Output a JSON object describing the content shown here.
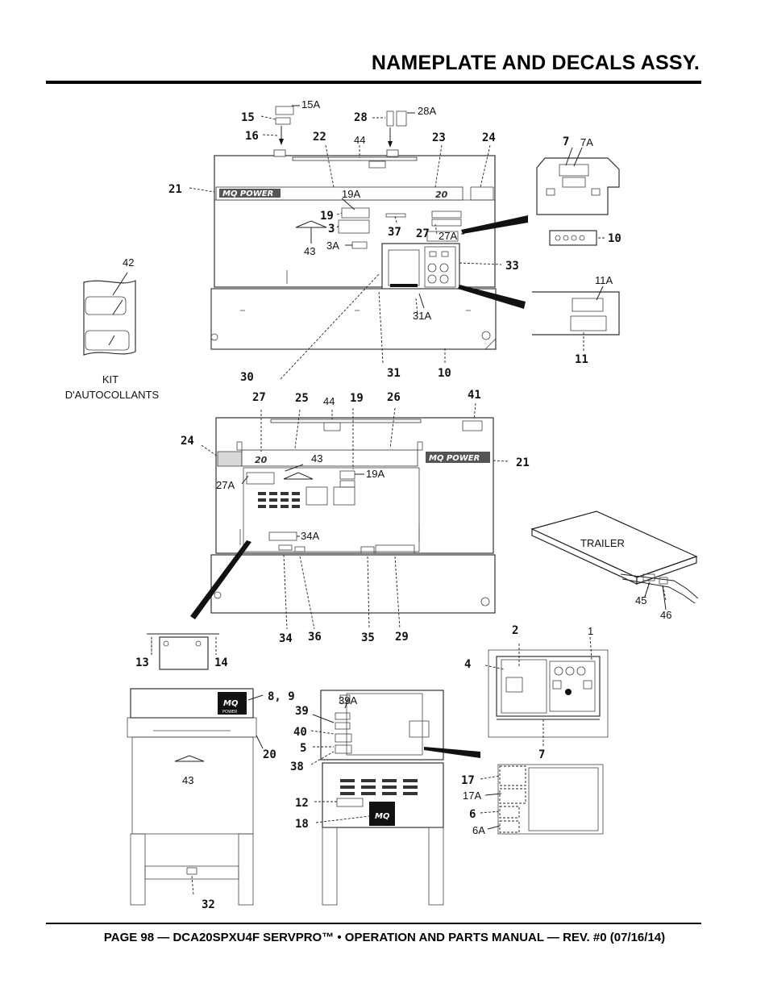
{
  "header": {
    "title": "NAMEPLATE AND DECALS ASSY."
  },
  "footer": {
    "text": "PAGE 98 — DCA20SPXU4F SERVPRO™ • OPERATION AND PARTS MANUAL — REV. #0 (07/16/14)"
  },
  "brand": {
    "logo_text": "MQ POWER",
    "model_badge": "20",
    "mq_logo": "MQ",
    "mq_sub": "POWER"
  },
  "notes": {
    "kit_line1": "KIT",
    "kit_line2": "D'AUTOCOLLANTS",
    "trailer": "TRAILER"
  },
  "callouts": {
    "c15A": "15A",
    "c15": "15",
    "c16": "16",
    "c28": "28",
    "c28A": "28A",
    "c22": "22",
    "c44a": "44",
    "c23": "23",
    "c24a": "24",
    "c21a": "21",
    "c19Aa": "19A",
    "c19a": "19",
    "c3": "3",
    "c43a": "43",
    "c3A": "3A",
    "c37": "37",
    "c27a": "27",
    "c27Aa": "27A",
    "c33": "33",
    "c31A": "31A",
    "c7a": "7",
    "c7A": "7A",
    "c10a": "10",
    "c11A": "11A",
    "c11": "11",
    "c42": "42",
    "c30": "30",
    "c31": "31",
    "c10b": "10",
    "c27b": "27",
    "c25": "25",
    "c44b": "44",
    "c19b": "19",
    "c26": "26",
    "c41": "41",
    "c24b": "24",
    "c21b": "21",
    "c43b": "43",
    "c19Ab": "19A",
    "c27Ab": "27A",
    "c34A": "34A",
    "c34": "34",
    "c36": "36",
    "c35": "35",
    "c29": "29",
    "c45": "45",
    "c46": "46",
    "c13": "13",
    "c14": "14",
    "c2": "2",
    "c1": "1",
    "c4": "4",
    "c7b": "7",
    "c89": "8, 9",
    "c20": "20",
    "c43c": "43",
    "c32": "32",
    "c39A": "39A",
    "c39": "39",
    "c40": "40",
    "c5": "5",
    "c38": "38",
    "c12": "12",
    "c18": "18",
    "c17": "17",
    "c17A": "17A",
    "c6": "6",
    "c6A": "6A"
  }
}
